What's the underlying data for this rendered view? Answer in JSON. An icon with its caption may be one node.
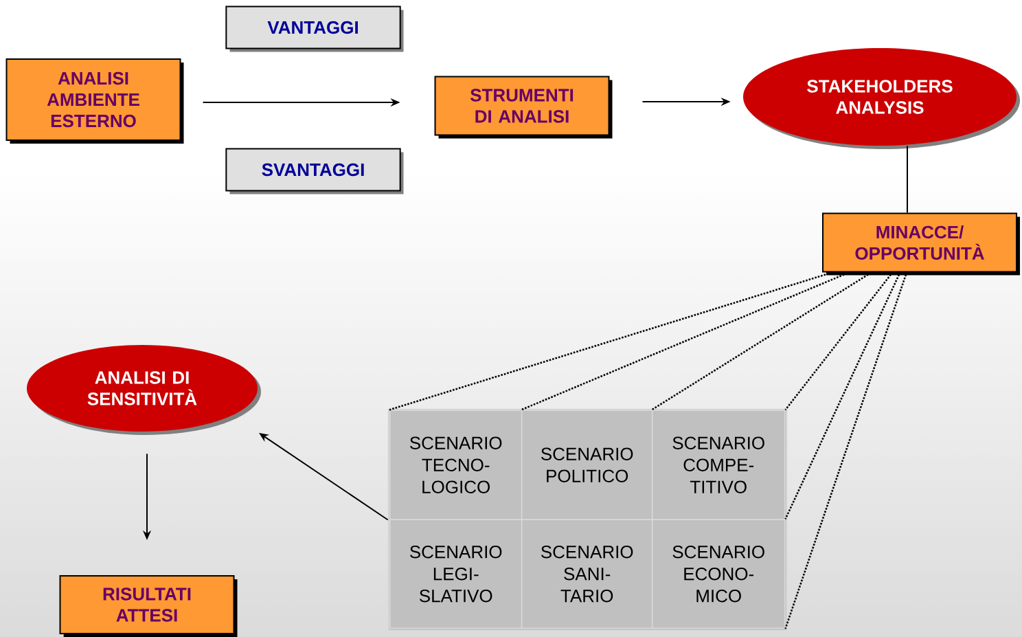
{
  "diagram": {
    "nodes": [
      {
        "text": [
          "ANALISI AMBIENTE ESTERNO"
        ]
      },
      {
        "text": [
          "VANTAGGI"
        ]
      },
      {
        "text": [
          "SVANTAGGI"
        ]
      },
      {
        "text": [
          "STRUMENTI DI ANALISI"
        ]
      },
      {
        "text": [
          "STAKEHOLDERS ANALYSIS"
        ]
      },
      {
        "text": [
          "MINACCE/ OPPORTUNITÀ"
        ]
      },
      {
        "text": [],
        "shape": "box"
      },
      {
        "text": [
          "SCENARIO TECNO- LOGICO"
        ],
        "in": 6
      },
      {
        "text": [
          "SCENARIO POLITICO"
        ],
        "in": 6
      },
      {
        "text": [
          "SCENARIO COMPE- TITIVO"
        ],
        "in": 6
      },
      {
        "text": [
          "SCENARIO LEGI- SLATIVO"
        ],
        "in": 6
      },
      {
        "text": [
          "SCENARIO SANI- TARIO"
        ],
        "in": 6
      },
      {
        "text": [
          "SCENARIO ECONO- MICO"
        ],
        "in": 6
      },
      {
        "text": [
          "ANALISI DI SENSITIVITÀ"
        ]
      },
      {
        "text": [
          "RISULTATI ATTESI"
        ]
      }
    ],
    "edges": [
      {
        "from": 0,
        "to": 3,
        "arrow": "to"
      },
      {
        "from": 3,
        "to": 4,
        "arrow": "to"
      },
      {
        "from": 4,
        "to": 5,
        "arrow": "none"
      },
      {
        "from": 5,
        "to": 7,
        "arrow": "none",
        "style": "dashed"
      },
      {
        "from": 5,
        "to": 8,
        "arrow": "none",
        "style": "dashed"
      },
      {
        "from": 5,
        "to": 9,
        "arrow": "none",
        "style": "dashed"
      },
      {
        "from": 5,
        "to": 9,
        "arrow": "none",
        "style": "dashed"
      },
      {
        "from": 5,
        "to": 12,
        "arrow": "none",
        "style": "dashed"
      },
      {
        "from": 5,
        "to": 12,
        "arrow": "none",
        "style": "dashed"
      },
      {
        "from": 6,
        "to": 13,
        "arrow": "to"
      },
      {
        "from": 13,
        "to": 14,
        "arrow": "to"
      }
    ]
  }
}
